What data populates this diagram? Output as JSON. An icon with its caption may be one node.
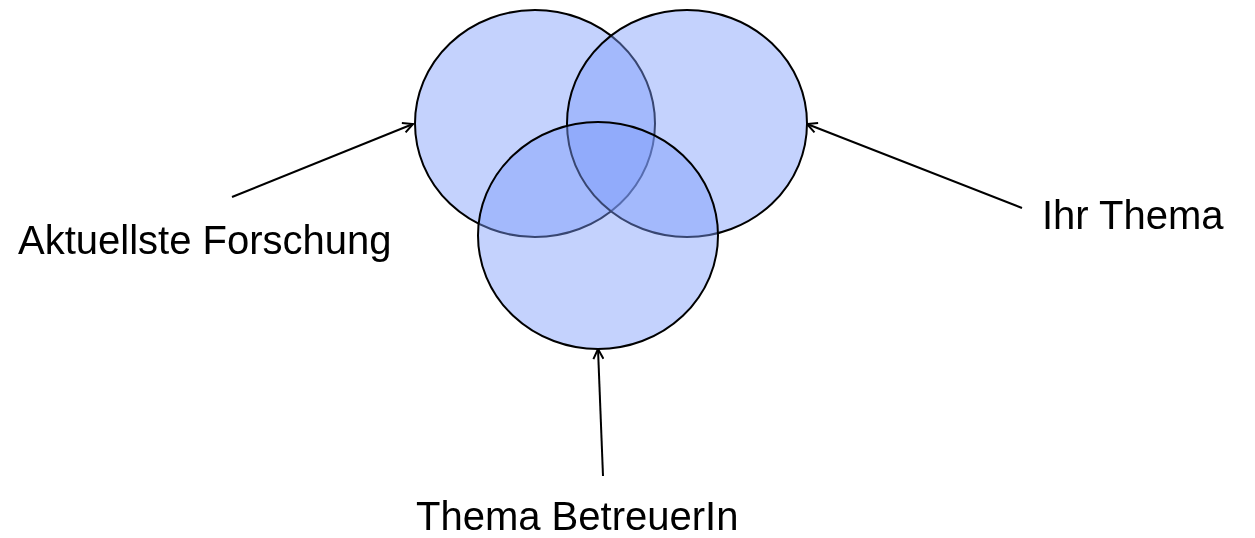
{
  "diagram": {
    "nodes": [
      {
        "text": [],
        "shape": "circle"
      },
      {
        "text": [],
        "shape": "circle"
      },
      {
        "text": [],
        "shape": "circle"
      },
      {
        "text": [
          "Aktuellste Forschung"
        ]
      },
      {
        "text": [
          "Ihr Thema"
        ]
      },
      {
        "text": [
          "Thema BetreuerIn"
        ]
      }
    ],
    "edges": [
      {
        "from": 3,
        "to": 0,
        "arrow": "to"
      },
      {
        "from": 4,
        "to": 1,
        "arrow": "to"
      },
      {
        "from": 5,
        "to": 2,
        "arrow": "to"
      }
    ]
  }
}
